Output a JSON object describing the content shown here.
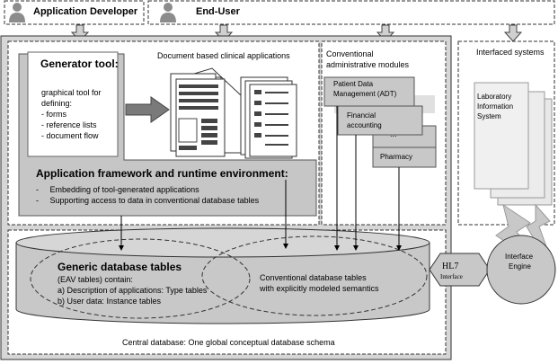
{
  "roles": {
    "developer": "Application Developer",
    "end_user": "End-User"
  },
  "generator": {
    "title": "Generator tool:",
    "desc_line1": "graphical tool for",
    "desc_line2": "defining:",
    "items": [
      "- forms",
      "- reference lists",
      "- document flow"
    ]
  },
  "doc_apps": {
    "title": "Document based clinical applications"
  },
  "framework": {
    "title": "Application framework and runtime environment:",
    "items": [
      "Embedding of tool-generated applications",
      "Supporting access to data in conventional database  tables"
    ]
  },
  "admin": {
    "title_line1": "Conventional",
    "title_line2": "administrative modules",
    "patient_line1": "Patient Data",
    "patient_line2": "Management (ADT)",
    "financial_line1": "Financial",
    "financial_line2": "accounting",
    "ellipsis": "...",
    "pharmacy": "Pharmacy"
  },
  "interfaced": {
    "title": "Interfaced systems",
    "lab_line1": "Laboratory",
    "lab_line2": "Information",
    "lab_line3": "System"
  },
  "database": {
    "generic_title": "Generic database tables",
    "generic_line1": "(EAV tables) contain:",
    "generic_line2": "a) Description of applications: Type tables",
    "generic_line3": "b) User data: Instance tables",
    "conventional_line1": "Conventional database tables",
    "conventional_line2": "with explicitly modeled semantics",
    "central": "Central database: One global conceptual database schema"
  },
  "hl7": {
    "label": "HL7",
    "sub": "Interface"
  },
  "engine": {
    "line1": "Interface",
    "line2": "Engine"
  }
}
